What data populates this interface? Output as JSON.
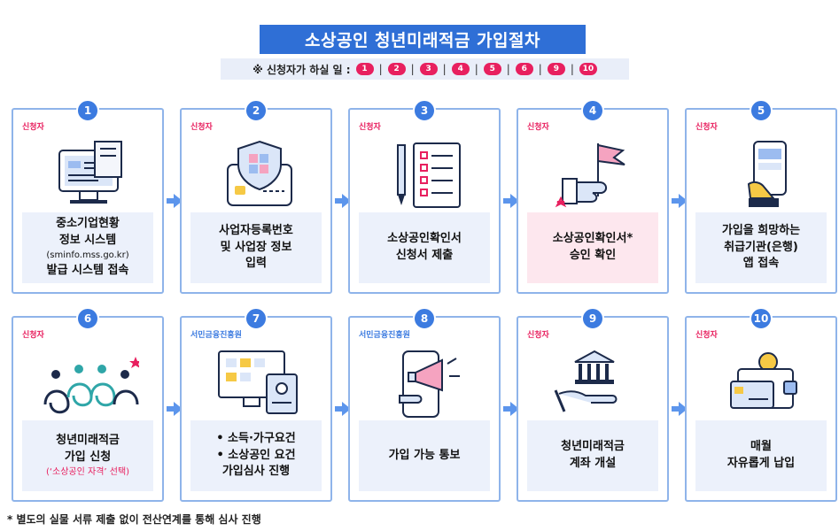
{
  "title": "소상공인 청년미래적금 가입절차",
  "legend": {
    "label": "※ 신청자가 하실 일 :",
    "steps": [
      "1",
      "2",
      "3",
      "4",
      "5",
      "6",
      "9",
      "10"
    ]
  },
  "steps": [
    {
      "num": "1",
      "role": "신청자",
      "lines": [
        "중소기업현황",
        "정보 시스템",
        "(sminfo.mss.go.kr)",
        "발급 시스템 접속"
      ]
    },
    {
      "num": "2",
      "role": "신청자",
      "lines": [
        "사업자등록번호",
        "및 사업장 정보",
        "입력"
      ]
    },
    {
      "num": "3",
      "role": "신청자",
      "lines": [
        "소상공인확인서",
        "신청서 제출"
      ]
    },
    {
      "num": "4",
      "role": "신청자",
      "lines": [
        "소상공인확인서*",
        "승인 확인"
      ]
    },
    {
      "num": "5",
      "role": "신청자",
      "lines": [
        "가입을 희망하는",
        "취급기관(은행)",
        "앱 접속"
      ]
    },
    {
      "num": "6",
      "role": "신청자",
      "lines": [
        "청년미래적금",
        "가입 신청",
        "(‘소상공인 자격’ 선택)"
      ]
    },
    {
      "num": "7",
      "role": "서민금융진흥원",
      "lines": [
        "• 소득·가구요건",
        "• 소상공인 요건",
        "가입심사 진행"
      ]
    },
    {
      "num": "8",
      "role": "서민금융진흥원",
      "lines": [
        "가입 가능 통보"
      ]
    },
    {
      "num": "9",
      "role": "신청자",
      "lines": [
        "청년미래적금",
        "계좌 개설"
      ]
    },
    {
      "num": "10",
      "role": "신청자",
      "lines": [
        "매월",
        "자유롭게 납입"
      ]
    }
  ],
  "footnote": "* 별도의 실물 서류 제출 없이 전산연계를 통해 심사 진행",
  "colors": {
    "primary": "#2f6fd6",
    "accent": "#e8205f",
    "card_border": "#8fb4ea",
    "desc_bg": "#ecf1fb"
  }
}
